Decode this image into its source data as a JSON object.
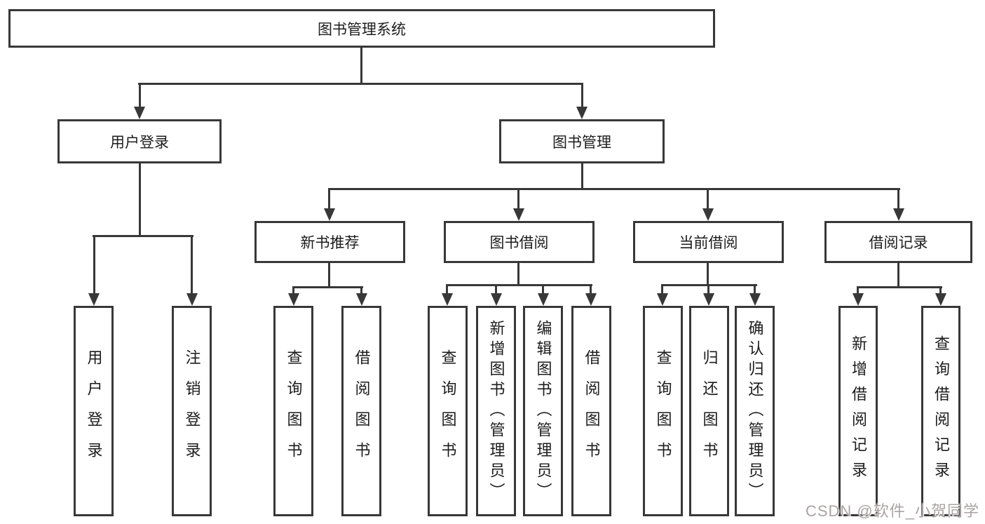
{
  "diagram": {
    "root": {
      "label": "图书管理系统"
    },
    "user_login": {
      "label": "用户登录",
      "children": [
        {
          "label": "用户登录"
        },
        {
          "label": "注销登录"
        }
      ]
    },
    "book_mgmt": {
      "label": "图书管理"
    },
    "modules": [
      {
        "label": "新书推荐",
        "children": [
          {
            "label": "查询图书"
          },
          {
            "label": "借阅图书"
          }
        ]
      },
      {
        "label": "图书借阅",
        "children": [
          {
            "label": "查询图书"
          },
          {
            "label": "新增图书（管理员）"
          },
          {
            "label": "编辑图书（管理员）"
          },
          {
            "label": "借阅图书"
          }
        ]
      },
      {
        "label": "当前借阅",
        "children": [
          {
            "label": "查询图书"
          },
          {
            "label": "归还图书"
          },
          {
            "label": "确认归还（管理员）"
          }
        ]
      },
      {
        "label": "借阅记录",
        "children": [
          {
            "label": "新增借阅记录"
          },
          {
            "label": "查询借阅记录"
          }
        ]
      }
    ]
  },
  "watermark": {
    "text": "CSDN @软件_小贺同学"
  },
  "colors": {
    "line": "#383838",
    "box_border": "#383838",
    "text": "#1c1c1c",
    "background": "#ffffff",
    "watermark": "#aba3a3"
  }
}
